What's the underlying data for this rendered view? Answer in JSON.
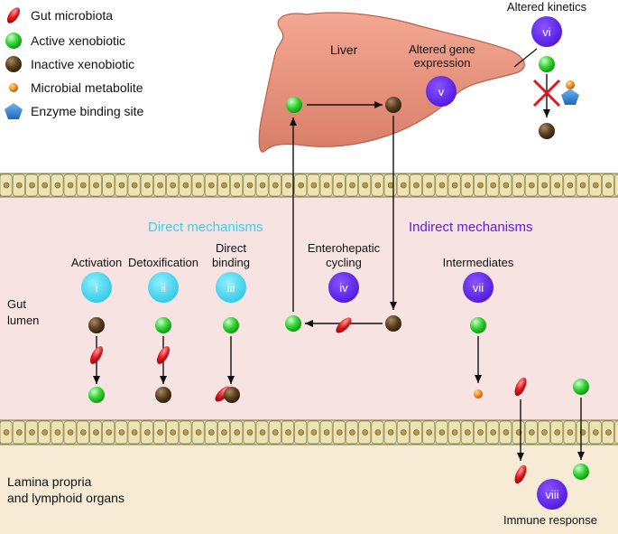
{
  "legend": {
    "items": [
      {
        "label": "Gut microbiota",
        "icon": "microbe-icon"
      },
      {
        "label": "Active xenobiotic",
        "icon": "active-xenobiotic-icon"
      },
      {
        "label": "Inactive xenobiotic",
        "icon": "inactive-xenobiotic-icon"
      },
      {
        "label": "Microbial metabolite",
        "icon": "microbial-metabolite-icon"
      },
      {
        "label": "Enzyme binding site",
        "icon": "enzyme-binding-site-icon"
      }
    ]
  },
  "labels": {
    "liver": "Liver",
    "altered_kinetics": "Altered kinetics",
    "altered_gene_expression_1": "Altered gene",
    "altered_gene_expression_2": "expression",
    "direct_mechanisms": "Direct mechanisms",
    "indirect_mechanisms": "Indirect mechanisms",
    "activation": "Activation",
    "detoxification": "Detoxification",
    "direct_binding_1": "Direct",
    "direct_binding_2": "binding",
    "enterohepatic_1": "Enterohepatic",
    "enterohepatic_2": "cycling",
    "intermediates": "Intermediates",
    "gut_lumen_1": "Gut",
    "gut_lumen_2": "lumen",
    "lamina_1": "Lamina propria",
    "lamina_2": "and lymphoid organs",
    "immune_response": "Immune response"
  },
  "numerals": {
    "i": "i",
    "ii": "ii",
    "iii": "iii",
    "iv": "iv",
    "v": "v",
    "vi": "vi",
    "vii": "vii",
    "viii": "viii"
  },
  "colors": {
    "active": "#2fd12f",
    "inactive": "#5a3e1f",
    "microbe": "#e0181d",
    "metabolite": "#f08a14",
    "enzyme": "#2a7fd4",
    "direct": "#35d2ee",
    "indirect": "#5a1ee6",
    "liver": "#e3917d",
    "lumen": "#f8e2e2",
    "lamina": "#f8ecd7",
    "cell": "#e8dfa9"
  }
}
